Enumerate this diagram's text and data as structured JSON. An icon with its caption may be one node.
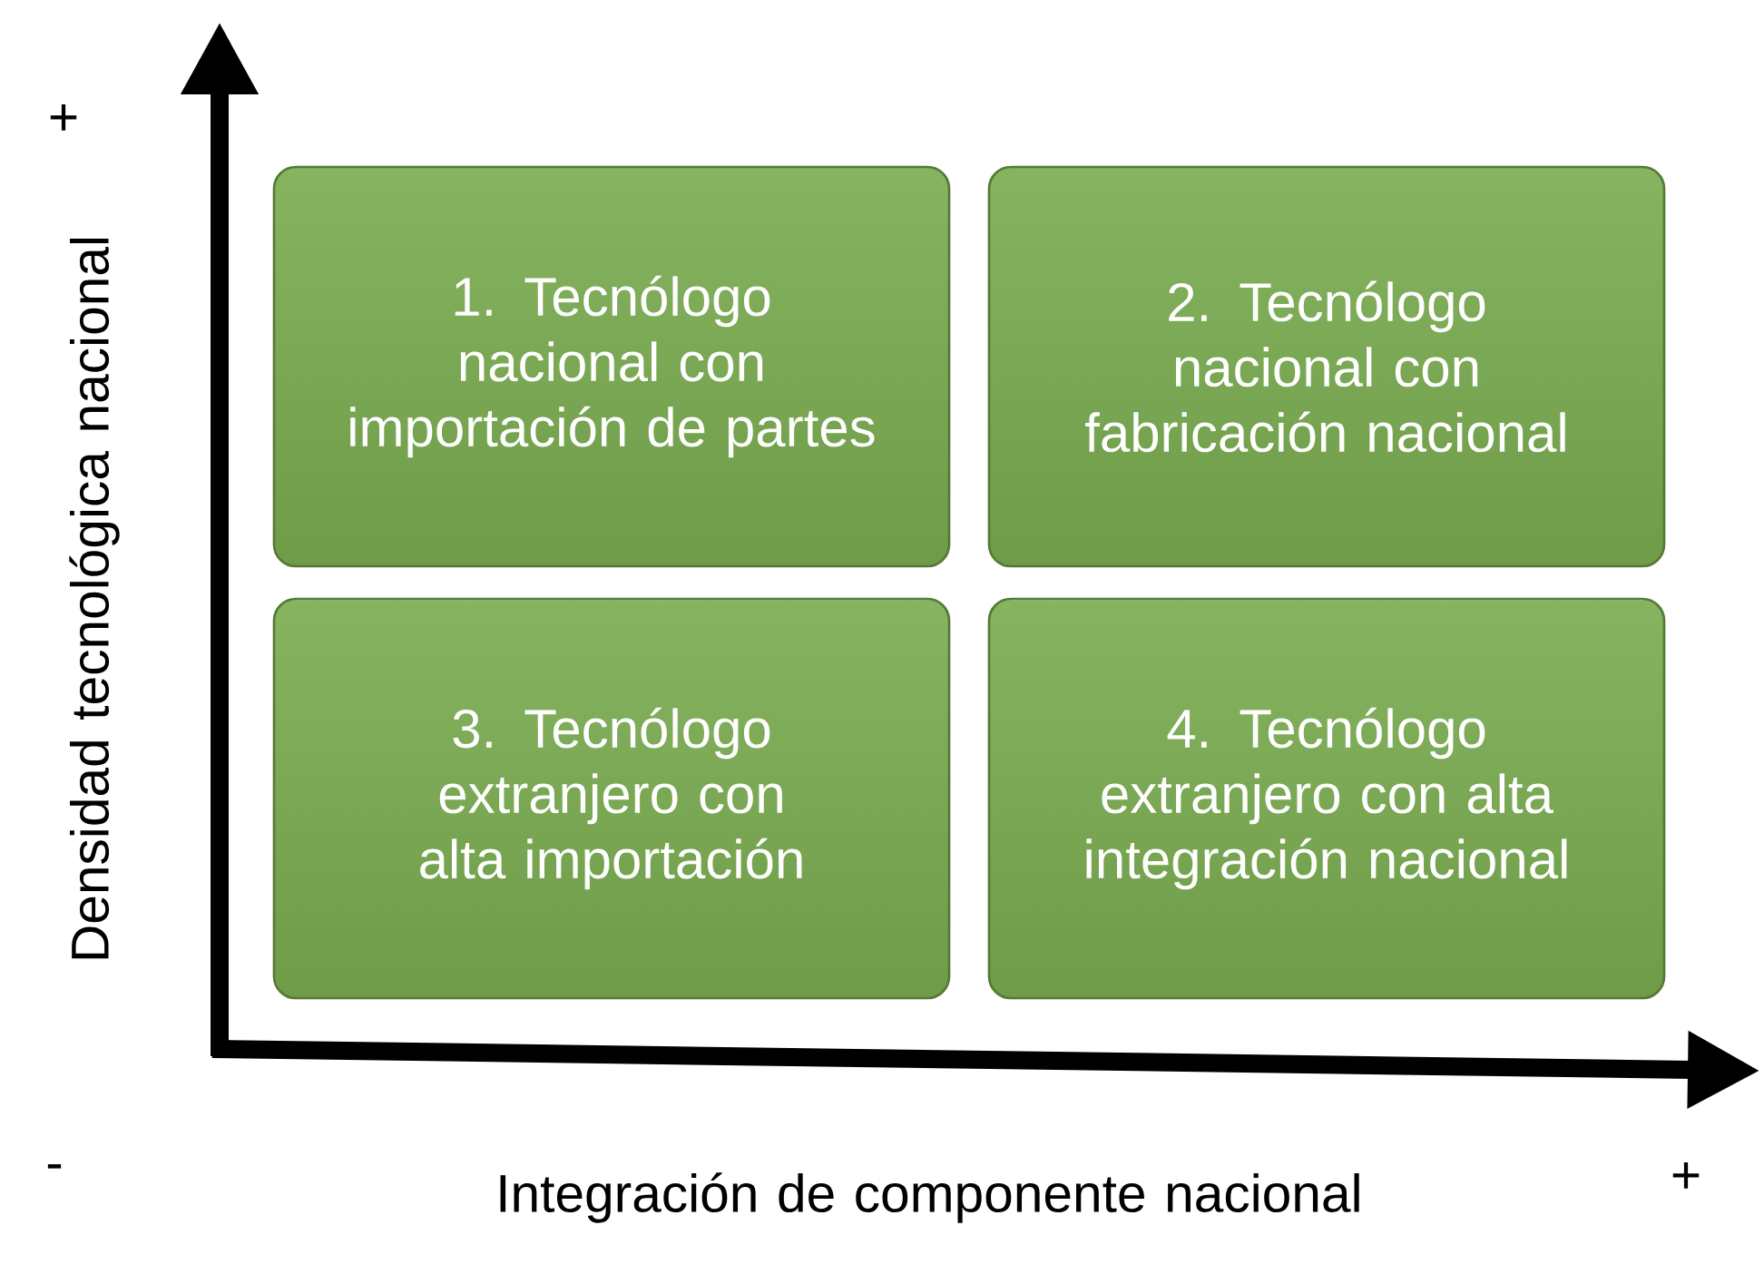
{
  "diagram": {
    "nodes": [
      {
        "text": [
          "1. Tecnólogo nacional con importación de partes"
        ]
      },
      {
        "text": [
          "2. Tecnólogo nacional con fabricación nacional"
        ]
      },
      {
        "text": [
          "3. Tecnólogo extranjero con alta importación"
        ]
      },
      {
        "text": [
          "4. Tecnólogo extranjero con alta integración nacional"
        ]
      }
    ],
    "labels": [
      "+",
      "Densidad tecnológica nacional",
      "-",
      "Integración de componente nacional",
      "+"
    ]
  }
}
